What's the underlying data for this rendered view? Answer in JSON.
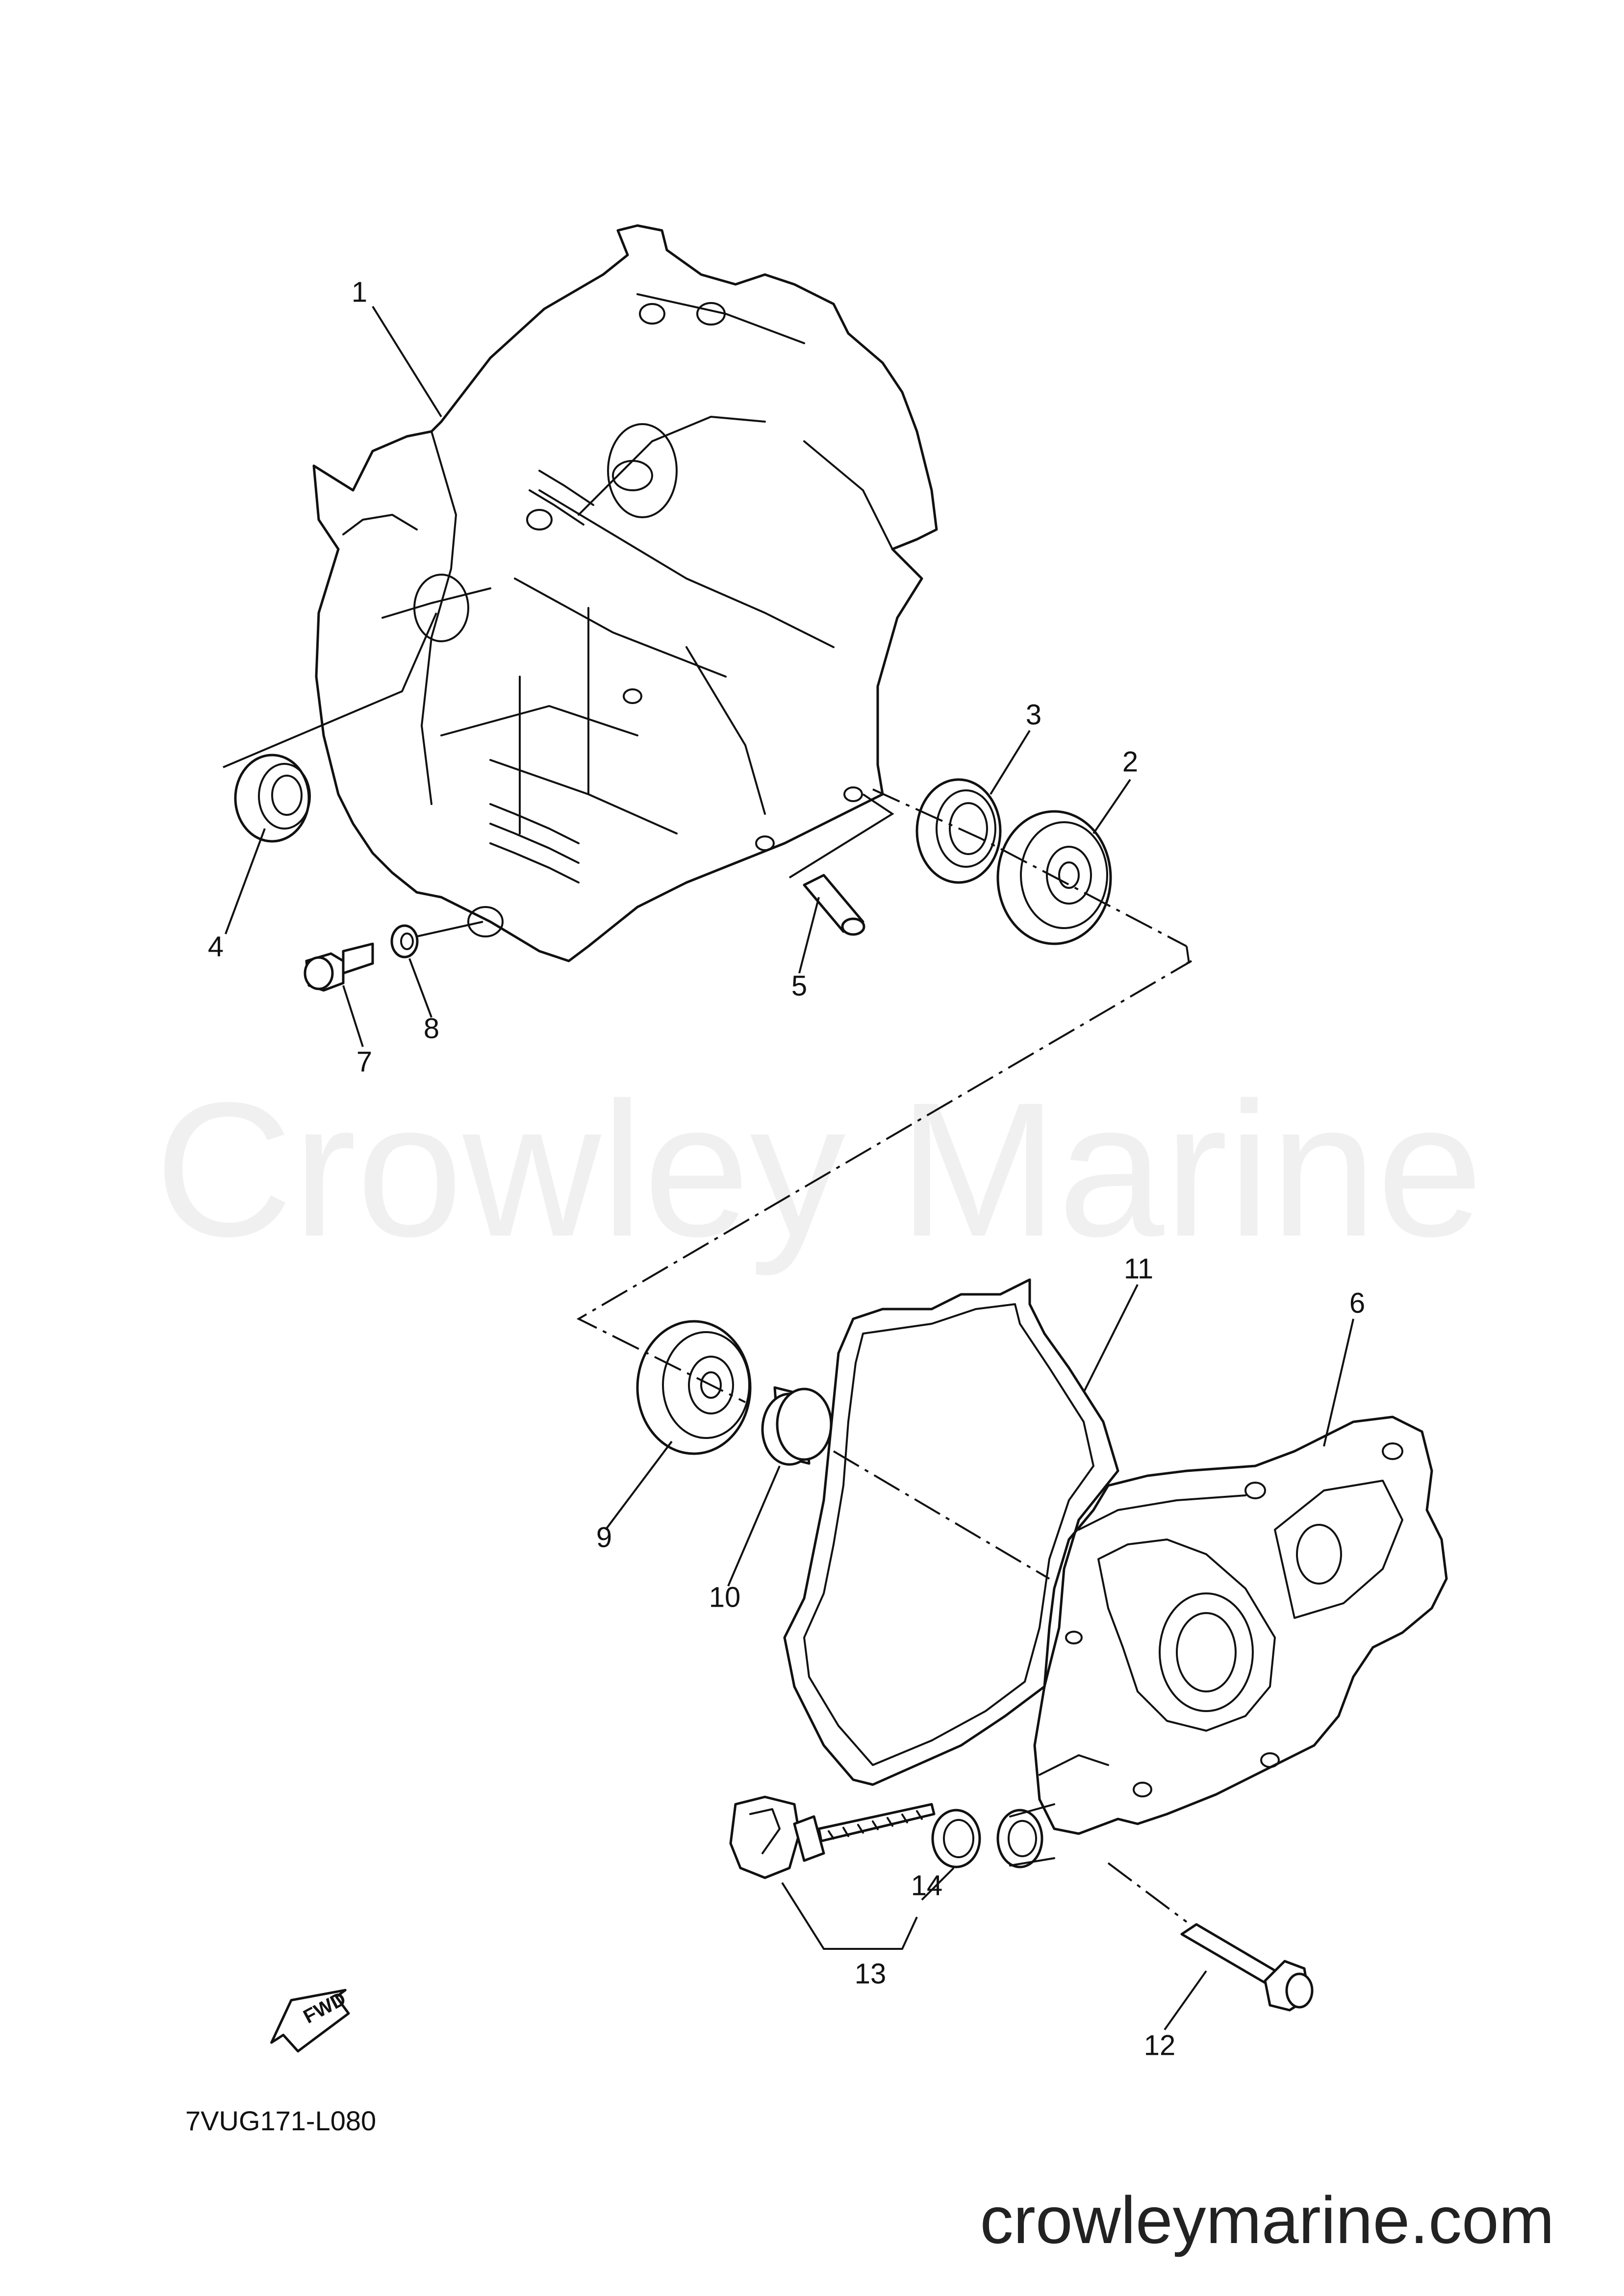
{
  "watermark": "Crowley Marine",
  "website": "crowleymarine.com",
  "diagram_code": "7VUG171-L080",
  "fwd_label": "FWD",
  "callouts": [
    "1",
    "2",
    "3",
    "4",
    "5",
    "6",
    "7",
    "8",
    "9",
    "10",
    "11",
    "12",
    "13",
    "14"
  ]
}
